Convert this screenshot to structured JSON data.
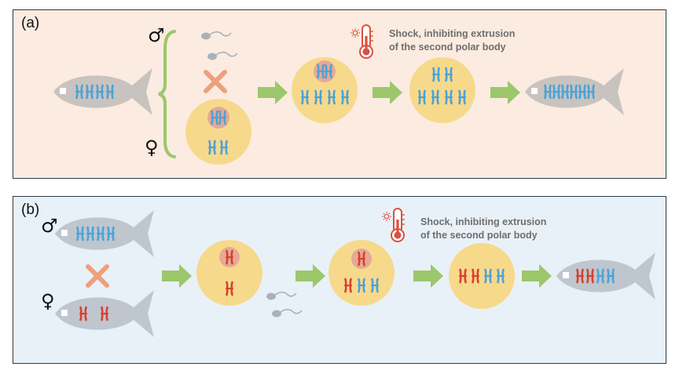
{
  "panels": [
    {
      "id": "a",
      "label": "(a)",
      "shock_text": "Shock, inhibiting extrusion\nof the second polar body"
    },
    {
      "id": "b",
      "label": "(b)",
      "shock_text": "Shock, inhibiting extrusion\nof the second polar body"
    }
  ],
  "symbols": {
    "male": "♂",
    "female": "♀"
  },
  "colors": {
    "panel_a_bg": "#fcebe0",
    "panel_b_bg": "#e9f1f8",
    "fish": "#c9c3bf",
    "fish_b": "#bfc6cd",
    "egg": "#f7d98c",
    "nucleus": "#e6a995",
    "arrow": "#9cc76b",
    "cross": "#eda07c",
    "brace": "#9cc76b",
    "blue_chromosome": "#4aa3d8",
    "red_chromosome": "#d8412f",
    "thermometer": "#d85140"
  },
  "icons": [
    "fish-icon",
    "sperm-icon",
    "egg-cell",
    "chromosome-icon",
    "thermometer-icon",
    "arrow-icon",
    "cross-icon",
    "brace-icon"
  ]
}
